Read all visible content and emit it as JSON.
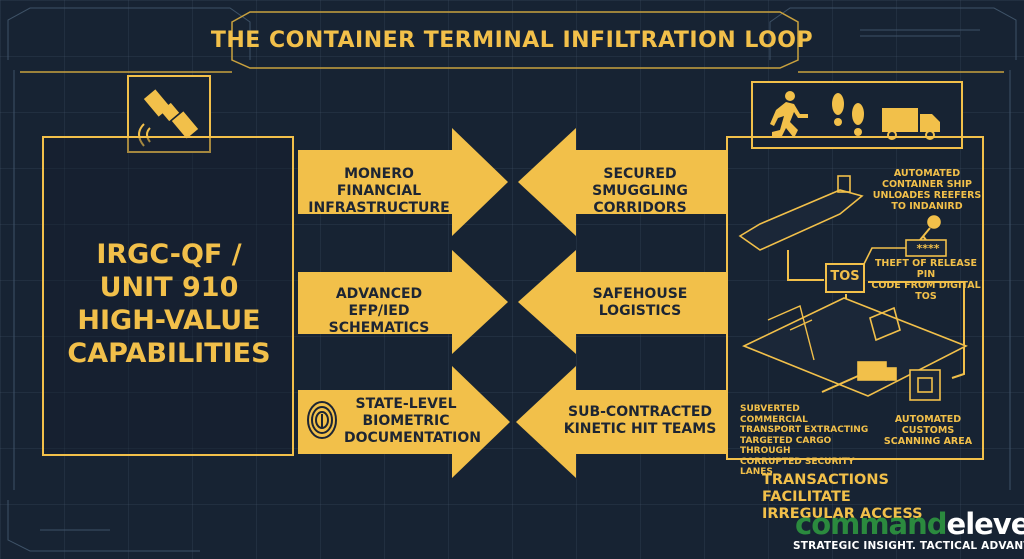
{
  "title": "THE CONTAINER TERMINAL INFILTRATION LOOP",
  "left_panel": {
    "label_lines": [
      "IRGC-QF /",
      "UNIT 910",
      "HIGH-VALUE",
      "CAPABILITIES"
    ]
  },
  "left_arrows": [
    {
      "lines": [
        "MONERO FINANCIAL",
        "INFRASTRUCTURE"
      ]
    },
    {
      "lines": [
        "ADVANCED EFP/IED",
        "SCHEMATICS"
      ]
    },
    {
      "lines": [
        "STATE-LEVEL",
        "BIOMETRIC",
        "DOCUMENTATION"
      ]
    }
  ],
  "right_arrows": [
    {
      "lines": [
        "SECURED SMUGGLING",
        "CORRIDORS"
      ]
    },
    {
      "lines": [
        "SAFEHOUSE",
        "LOGISTICS"
      ]
    },
    {
      "lines": [
        "SUB-CONTRACTED",
        "KINETIC HIT TEAMS"
      ]
    }
  ],
  "annotations": {
    "ship": [
      "AUTOMATED CONTAINER SHIP",
      "UNLOADES REEFERS",
      "TO INDANIRD"
    ],
    "pin": [
      "THEFT OF RELEASE PIN",
      "CODE FROM DIGITAL TOS"
    ],
    "pin_code": "****",
    "tos": "TOS",
    "transport": [
      "SUBVERTED",
      "COMMERCIAL",
      "TRANSPORT EXTRACTING",
      "TARGETED CARGO THROUGH",
      "CORRUPTED SECURITY LANES"
    ],
    "customs": [
      "AUTOMATED CUSTOMS",
      "SCANNING AREA"
    ]
  },
  "bottom_text": [
    "TRANSACTIONS FACILITATE",
    "IRREGULAR ACCESS"
  ],
  "brand": {
    "part1": "command",
    "part2": "eleven",
    "tagline": "STRATEGIC INSIGHT. TACTICAL ADVANTAGE"
  },
  "colors": {
    "accent": "#f2c04a",
    "background": "#172333",
    "brand_green": "#2b8a3e"
  }
}
